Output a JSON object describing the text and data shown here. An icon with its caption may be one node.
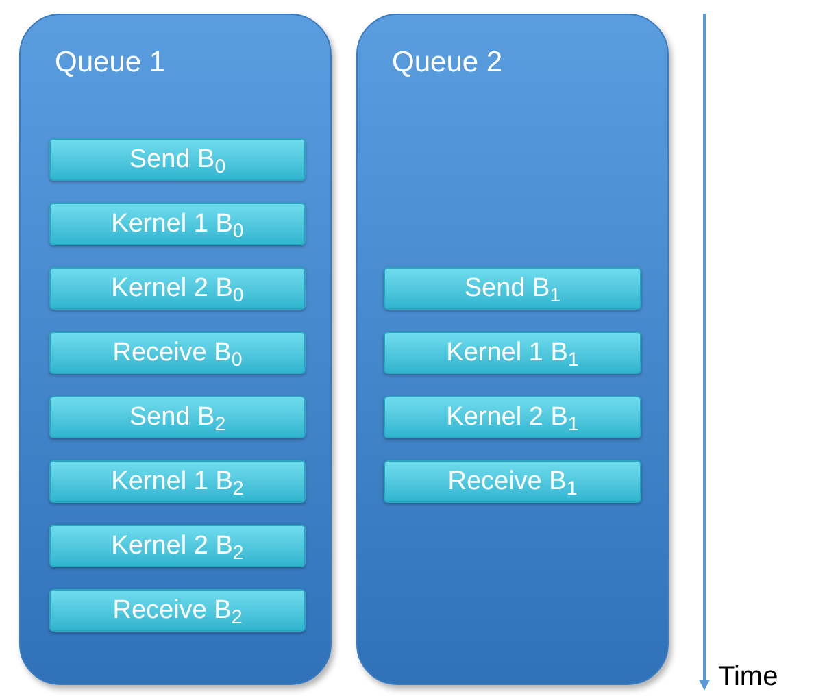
{
  "diagram": {
    "nodes": [
      {
        "text": [
          "Queue 1"
        ]
      },
      {
        "text": [
          "Send B$_{0}$"
        ],
        "in": 0
      },
      {
        "text": [
          "Kernel 1 B$_{0}$"
        ],
        "in": 0
      },
      {
        "text": [
          "Kernel 2 B$_{0}$"
        ],
        "in": 0
      },
      {
        "text": [
          "Receive B$_{0}$"
        ],
        "in": 0
      },
      {
        "text": [
          "Send B$_{2}$"
        ],
        "in": 0
      },
      {
        "text": [
          "Kernel 1 B$_{2}$"
        ],
        "in": 0
      },
      {
        "text": [
          "Kernel 2 B$_{2}$"
        ],
        "in": 0
      },
      {
        "text": [
          "Receive B$_{2}$"
        ],
        "in": 0
      },
      {
        "text": [
          "Queue 2"
        ]
      },
      {
        "text": [
          "Send B$_{1}$"
        ],
        "in": 9
      },
      {
        "text": [
          "Kernel 1 B$_{1}$"
        ],
        "in": 9
      },
      {
        "text": [
          "Kernel 2 B$_{1}$"
        ],
        "in": 9
      },
      {
        "text": [
          "Receive B$_{1}$"
        ],
        "in": 9
      }
    ],
    "edges": [],
    "labels": [
      "Time"
    ]
  }
}
